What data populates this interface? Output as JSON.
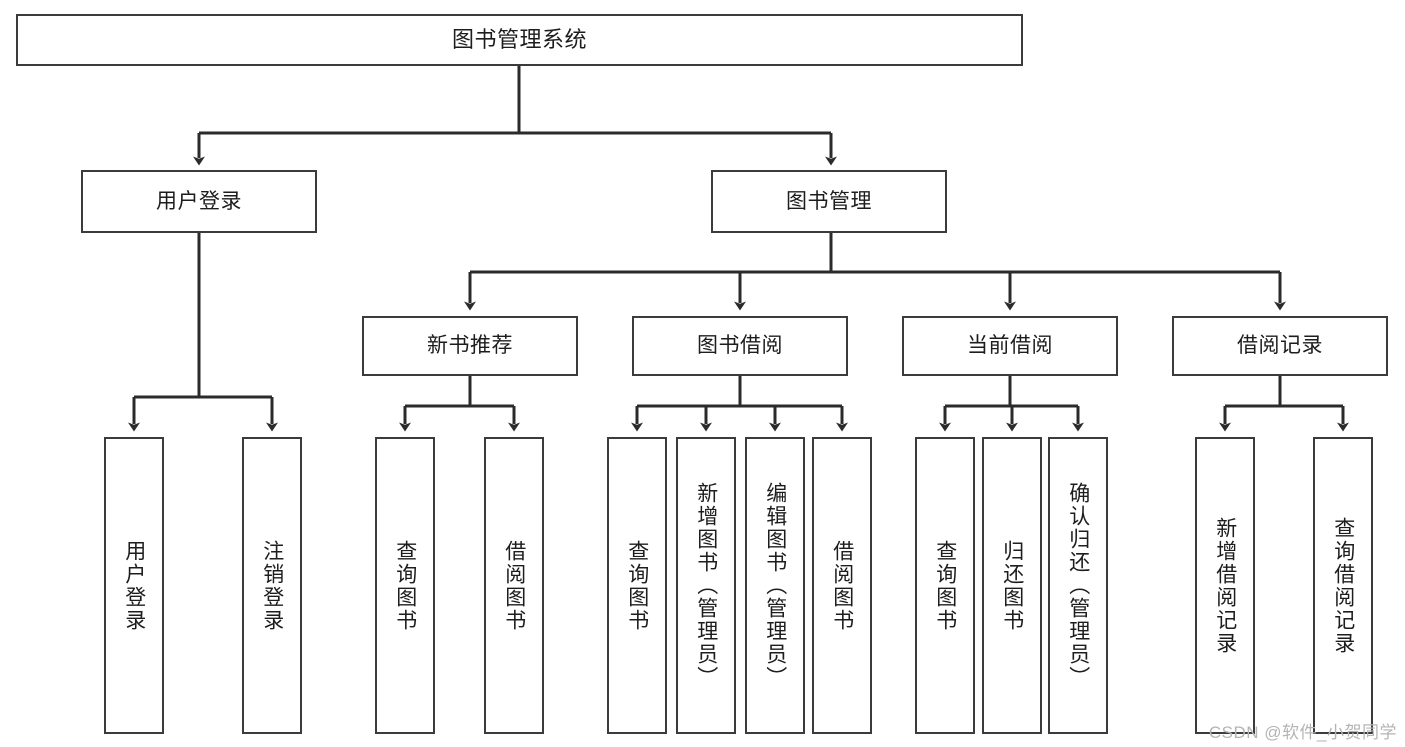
{
  "diagram": {
    "title": "图书管理系统",
    "type": "tree-hierarchy",
    "watermark": "CSDN @软件_小贺同学",
    "colors": {
      "box_border": "#3b3b3b",
      "box_fill": "#ffffff",
      "connector": "#2b2b2b",
      "text": "#1d1d1d",
      "watermark": "#b4b4b4"
    }
  },
  "nodes": {
    "root": {
      "label": "图书管理系统"
    },
    "level2": [
      {
        "id": "user-login",
        "label": "用户登录"
      },
      {
        "id": "book-manage",
        "label": "图书管理"
      }
    ],
    "level3": [
      {
        "id": "new-book-recommend",
        "label": "新书推荐"
      },
      {
        "id": "book-borrow",
        "label": "图书借阅"
      },
      {
        "id": "current-borrow",
        "label": "当前借阅"
      },
      {
        "id": "borrow-record",
        "label": "借阅记录"
      }
    ],
    "leaves": [
      {
        "id": "leaf-user-login",
        "label": "用户登录",
        "parent": "user-login"
      },
      {
        "id": "leaf-logout-login",
        "label": "注销登录",
        "parent": "user-login"
      },
      {
        "id": "leaf-query-book-1",
        "label": "查询图书",
        "parent": "new-book-recommend"
      },
      {
        "id": "leaf-borrow-book-1",
        "label": "借阅图书",
        "parent": "new-book-recommend"
      },
      {
        "id": "leaf-query-book-2",
        "label": "查询图书",
        "parent": "book-borrow"
      },
      {
        "id": "leaf-add-book",
        "label": "新增图书（管理员）",
        "parent": "book-borrow"
      },
      {
        "id": "leaf-edit-book",
        "label": "编辑图书（管理员）",
        "parent": "book-borrow"
      },
      {
        "id": "leaf-borrow-book-2",
        "label": "借阅图书",
        "parent": "book-borrow"
      },
      {
        "id": "leaf-query-book-3",
        "label": "查询图书",
        "parent": "current-borrow"
      },
      {
        "id": "leaf-return-book",
        "label": "归还图书",
        "parent": "current-borrow"
      },
      {
        "id": "leaf-confirm-return",
        "label": "确认归还（管理员）",
        "parent": "current-borrow"
      },
      {
        "id": "leaf-add-record",
        "label": "新增借阅记录",
        "parent": "borrow-record"
      },
      {
        "id": "leaf-query-record",
        "label": "查询借阅记录",
        "parent": "borrow-record"
      }
    ]
  }
}
